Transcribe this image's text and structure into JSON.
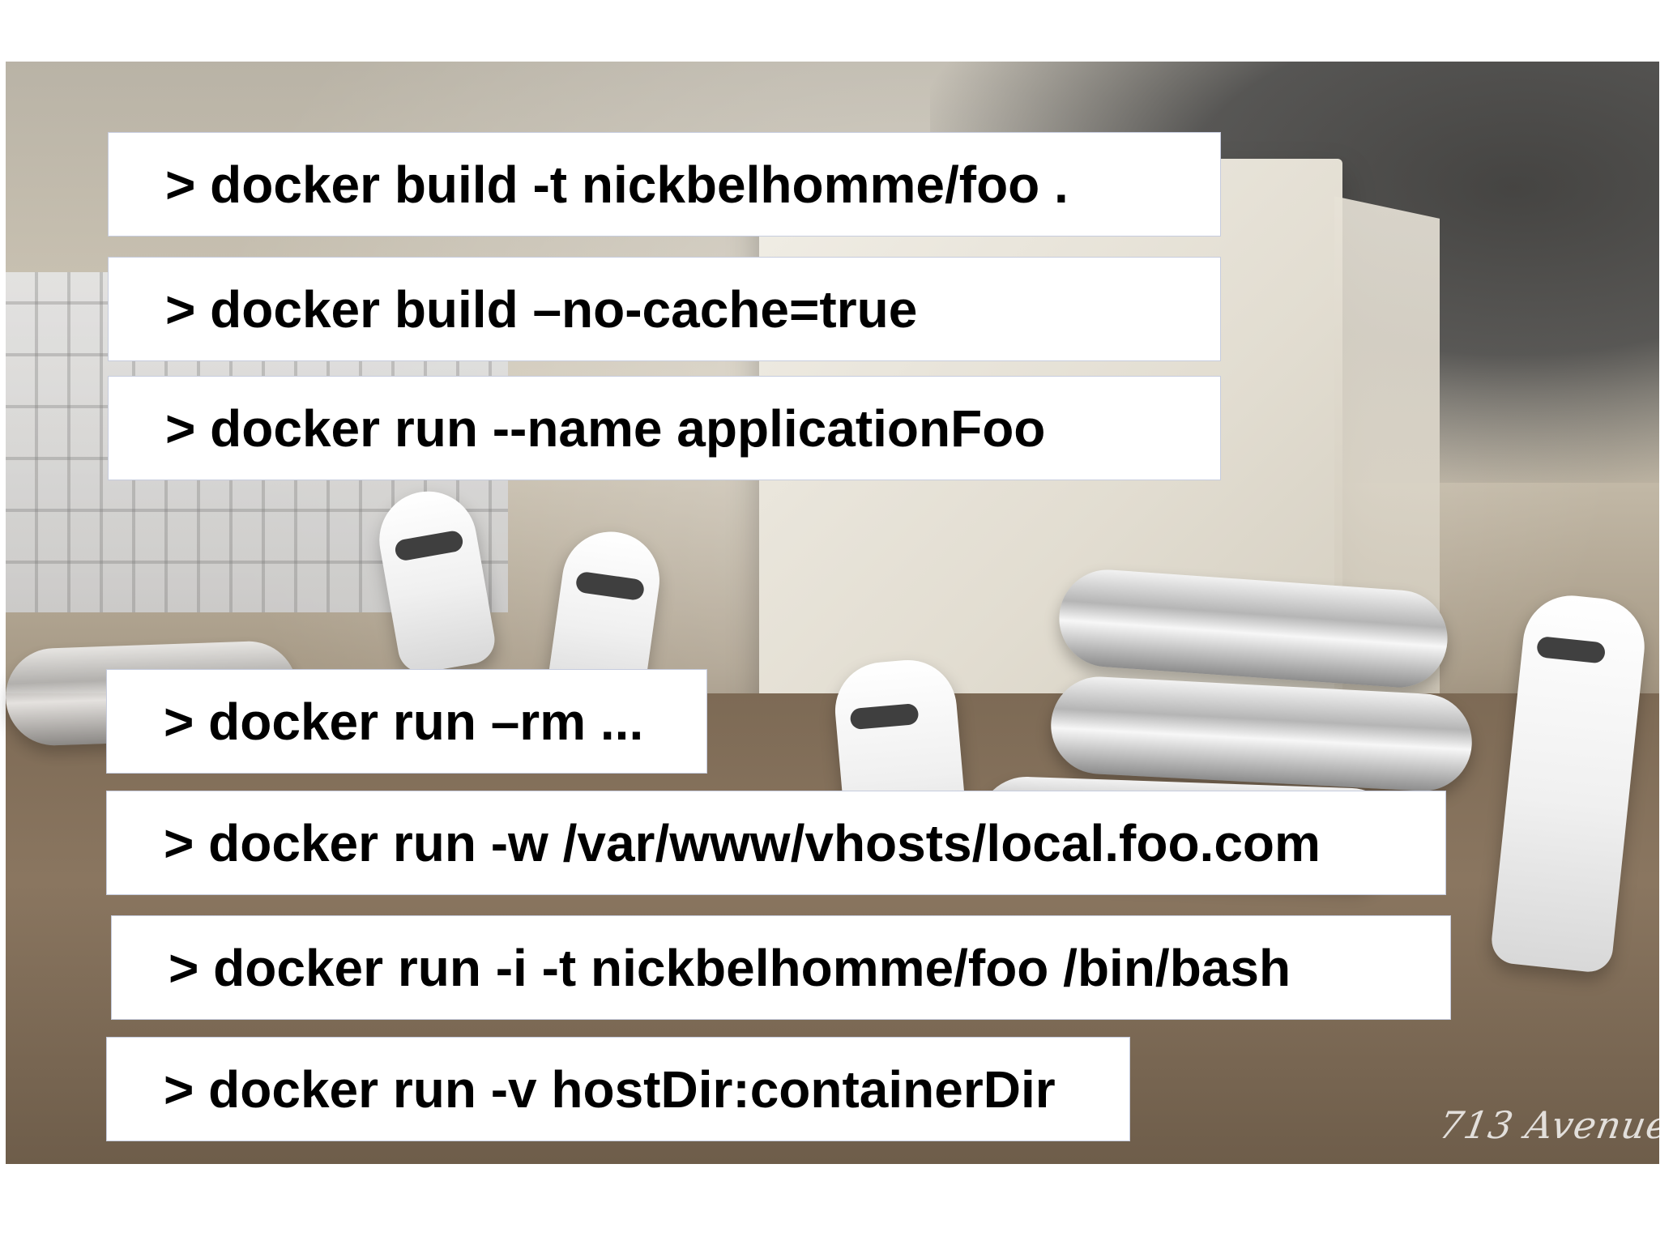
{
  "commands": [
    "> docker build -t nickbelhomme/foo .",
    "> docker build –no-cache=true",
    "> docker run --name applicationFoo",
    "> docker run –rm ...",
    "> docker run -w /var/www/vhosts/local.foo.com",
    "> docker run -i -t nickbelhomme/foo /bin/bash",
    "> docker run -v hostDir:containerDir"
  ],
  "photo": {
    "watermark": "713 Avenue"
  }
}
